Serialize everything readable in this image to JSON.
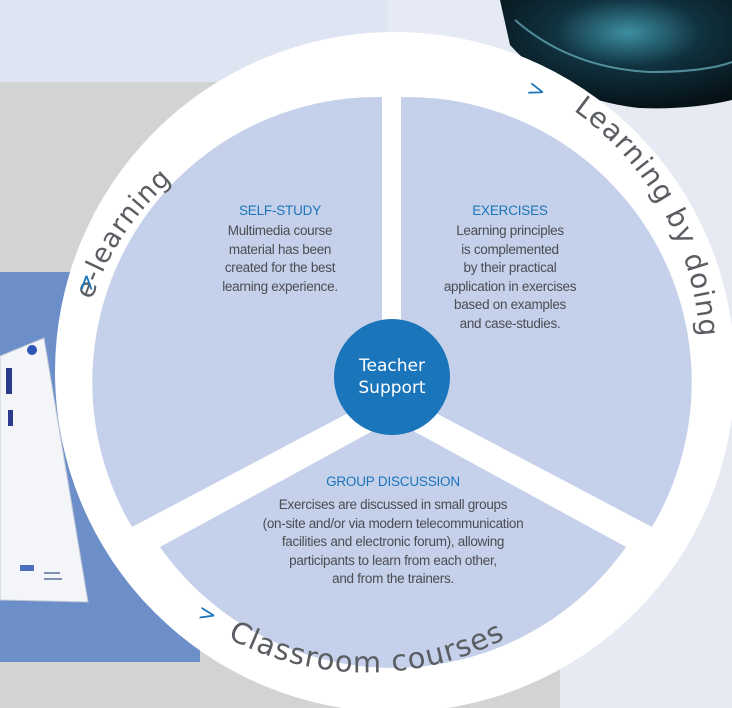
{
  "hub": {
    "line1": "Teacher",
    "line2": "Support"
  },
  "segments": {
    "self_study": {
      "title": "SELF-STUDY",
      "lines": [
        "Multimedia course",
        "material has been",
        "created for the best",
        "learning experience."
      ]
    },
    "exercises": {
      "title": "EXERCISES",
      "lines": [
        "Learning principles",
        "is complemented",
        "by their practical",
        "application in exercises",
        "based on examples",
        "and case-studies."
      ]
    },
    "group_discussion": {
      "title": "GROUP DISCUSSION",
      "lines": [
        "Exercises are discussed in small groups",
        "(on-site and/or via modern telecommunication",
        "facilities and electronic forum), allowing",
        "participants to learn from each other,",
        "and from the trainers."
      ]
    }
  },
  "ring_labels": {
    "left": "e-learning",
    "right": "Learning by doing",
    "bottom": "Classroom courses"
  },
  "colors": {
    "segment_fill": "#c5d0ea",
    "hub_fill": "#1b75bb",
    "title_color": "#1b75bb",
    "ring_color": "#ffffff",
    "background_gray": "#d2d3d5",
    "top_band": "#dfe4f2",
    "left_panel": "#6c8fca"
  },
  "icons": {
    "chevron": "chevron-right-icon"
  }
}
